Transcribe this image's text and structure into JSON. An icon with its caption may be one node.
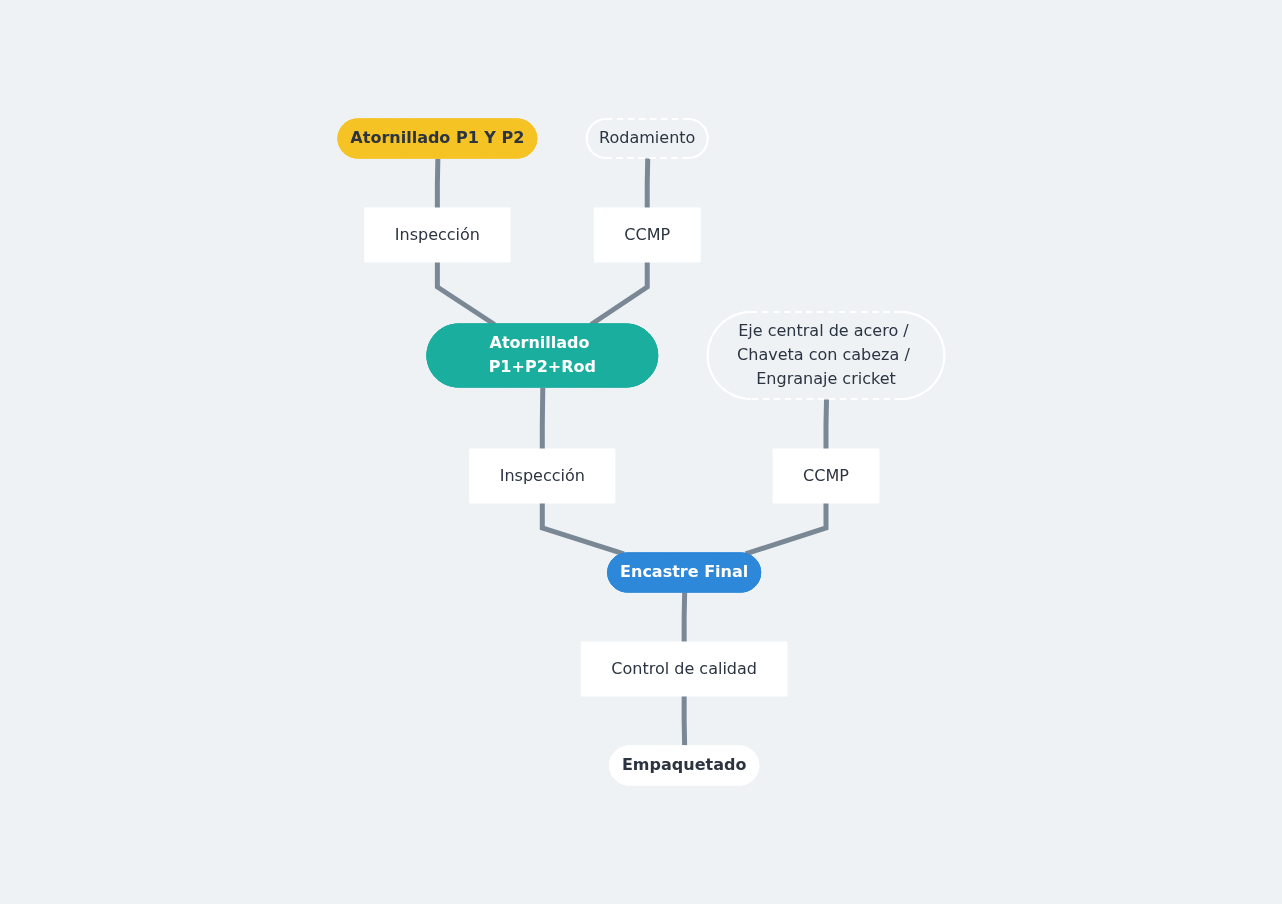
{
  "diagram": {
    "nodes": [
      {
        "text": [
          "Atornillado P1 Y P2"
        ]
      },
      {
        "text": [
          "Inspección"
        ]
      },
      {
        "text": [
          "Rodamiento"
        ]
      },
      {
        "text": [
          "CCMP"
        ]
      },
      {
        "text": [
          "Atornillado P1+P2+Rod"
        ]
      },
      {
        "text": [
          "Eje central de acero / Chaveta con cabeza / Engranaje cricket"
        ]
      },
      {
        "text": [
          "Inspección"
        ]
      },
      {
        "text": [
          "CCMP"
        ]
      },
      {
        "text": [
          "Encastre Final"
        ]
      },
      {
        "text": [
          "Control de calidad"
        ]
      },
      {
        "text": [
          "Empaquetado"
        ]
      }
    ],
    "edges": [
      {
        "from": 0,
        "to": 1,
        "arrow": "none"
      },
      {
        "from": 1,
        "to": 4,
        "arrow": "none"
      },
      {
        "from": 2,
        "to": 3,
        "arrow": "none"
      },
      {
        "from": 3,
        "to": 4,
        "arrow": "none"
      },
      {
        "from": 4,
        "to": 6,
        "arrow": "none"
      },
      {
        "from": 6,
        "to": 8,
        "arrow": "none"
      },
      {
        "from": 5,
        "to": 7,
        "arrow": "none"
      },
      {
        "from": 7,
        "to": 8,
        "arrow": "none"
      },
      {
        "from": 8,
        "to": 9,
        "arrow": "none"
      },
      {
        "from": 9,
        "to": 10,
        "arrow": "none"
      }
    ]
  }
}
